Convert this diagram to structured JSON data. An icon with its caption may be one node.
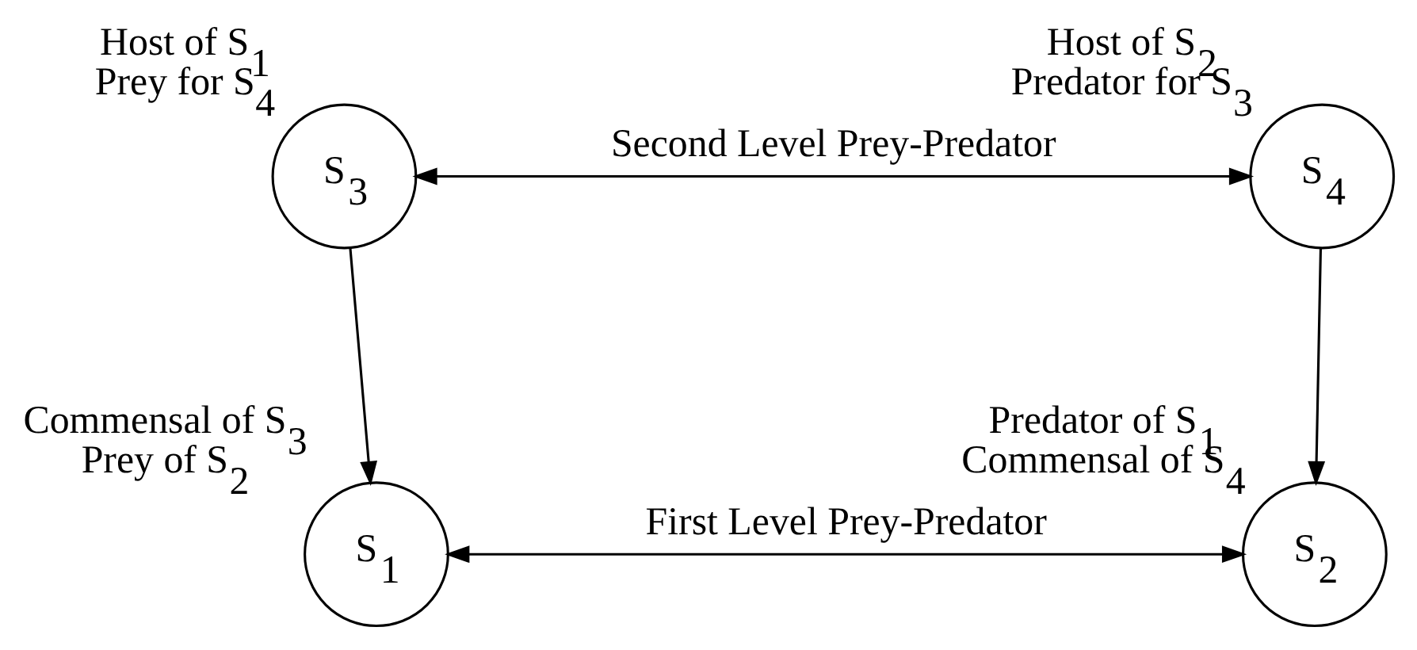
{
  "diagram": {
    "nodes": [
      {
        "text": [
          "S$_{3}$"
        ],
        "beside": [
          "Host of S$_{1}$",
          "Prey for S$_{4}$"
        ]
      },
      {
        "text": [
          "S$_{4}$"
        ],
        "beside": [
          "Host of S$_{2}$",
          "Predator for S$_{3}$"
        ]
      },
      {
        "text": [
          "S$_{1}$"
        ],
        "beside": [
          "Commensal of S$_{3}$",
          "Prey of S$_{2}$"
        ]
      },
      {
        "text": [
          "S$_{2}$"
        ],
        "beside": [
          "Predator of S$_{1}$",
          "Commensal of S$_{4}$"
        ]
      }
    ],
    "edges": [
      {
        "from": 0,
        "to": 1,
        "arrow": "both",
        "label": "Second Level Prey-Predator"
      },
      {
        "from": 0,
        "to": 2,
        "arrow": "to"
      },
      {
        "from": 1,
        "to": 3,
        "arrow": "to"
      },
      {
        "from": 2,
        "to": 3,
        "arrow": "both",
        "label": "First Level Prey-Predator"
      }
    ]
  }
}
